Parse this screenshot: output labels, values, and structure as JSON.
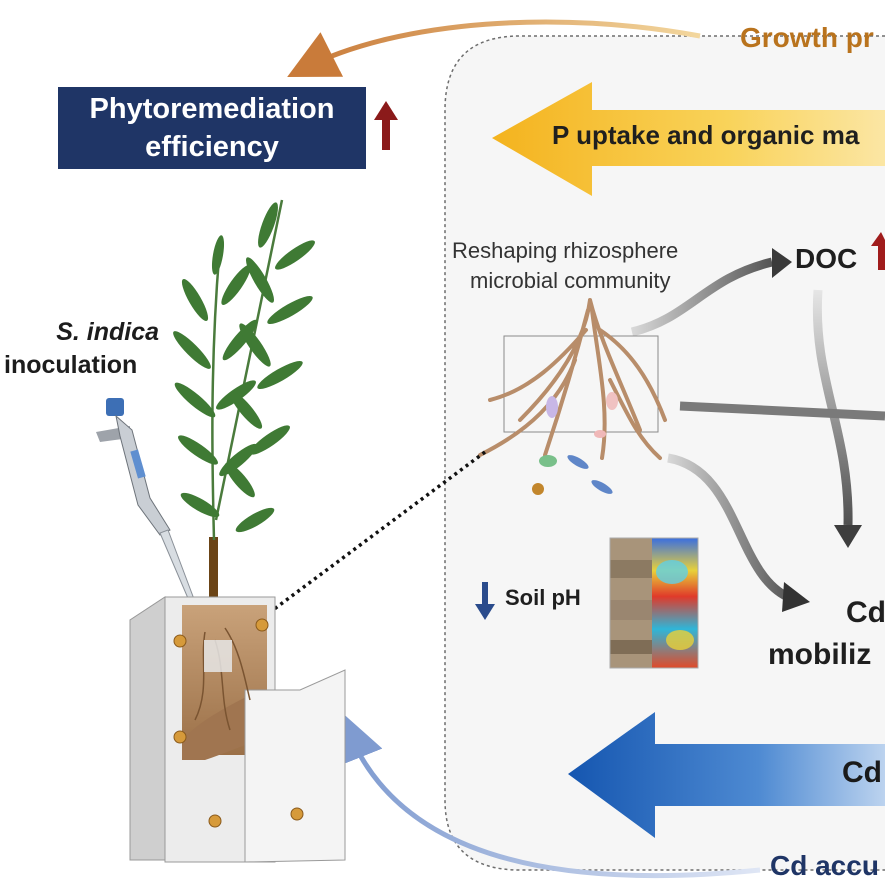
{
  "title": {
    "line1": "Phytoremediation",
    "line2": "efficiency"
  },
  "inoculation": {
    "line1": "S. indica",
    "line2": "inoculation"
  },
  "banners": {
    "growth": "Growth pr",
    "p_uptake": "P uptake and organic ma",
    "cd_bottom": "Cd accu",
    "cd_arrow": "Cd"
  },
  "rhizosphere": {
    "line1": "Reshaping rhizosphere",
    "line2": "microbial community"
  },
  "doc": "DOC",
  "soil_ph": "Soil pH",
  "cd_mobilization": {
    "line1": "Cd",
    "line2": "mobiliz"
  },
  "colors": {
    "navy": "#1f3566",
    "dark_red": "#8b1a1a",
    "orange": "#e0a24a",
    "gold": "#f6bd2a",
    "blue": "#1d63b6",
    "light_blue": "#9bb0d8",
    "brown_text": "#b9731d",
    "navy_text": "#1f3566"
  }
}
